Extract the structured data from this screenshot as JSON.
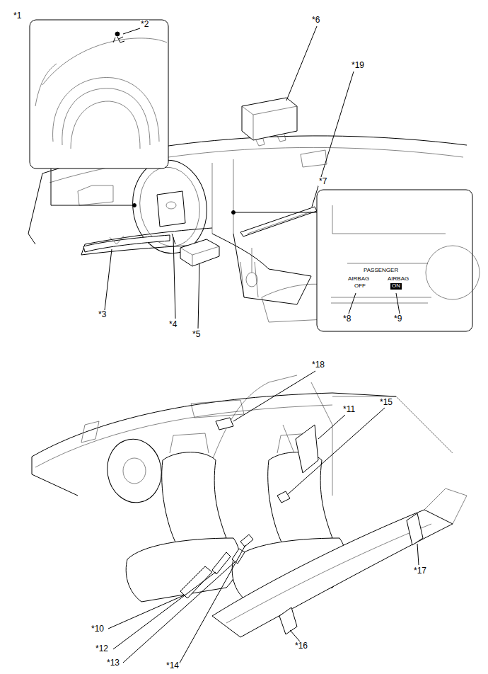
{
  "diagram": {
    "labels": [
      "*1",
      "*2",
      "*6",
      "*19",
      "*7",
      "PASSENGER",
      "AIRBAG",
      "OFF",
      "AIRBAG",
      "ON",
      "*8",
      "*9",
      "*3",
      "*4",
      "*5",
      "*18",
      "*11",
      "*15",
      "*17",
      "*10",
      "*12",
      "*13",
      "*14",
      "*16"
    ]
  }
}
